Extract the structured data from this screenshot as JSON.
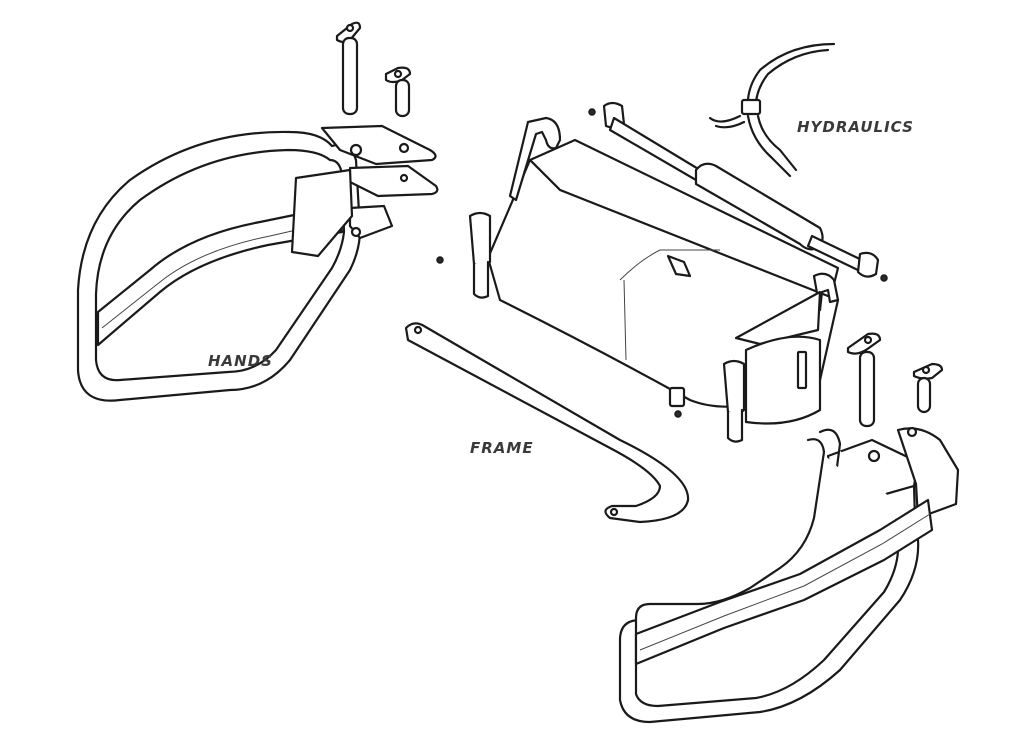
{
  "labels": {
    "hydraulics": "HYDRAULICS",
    "hands": "HANDS",
    "frame": "FRAME"
  },
  "colors": {
    "line": "#1a1a1a",
    "label_text": "#3a3a3a",
    "background": "#ffffff"
  }
}
